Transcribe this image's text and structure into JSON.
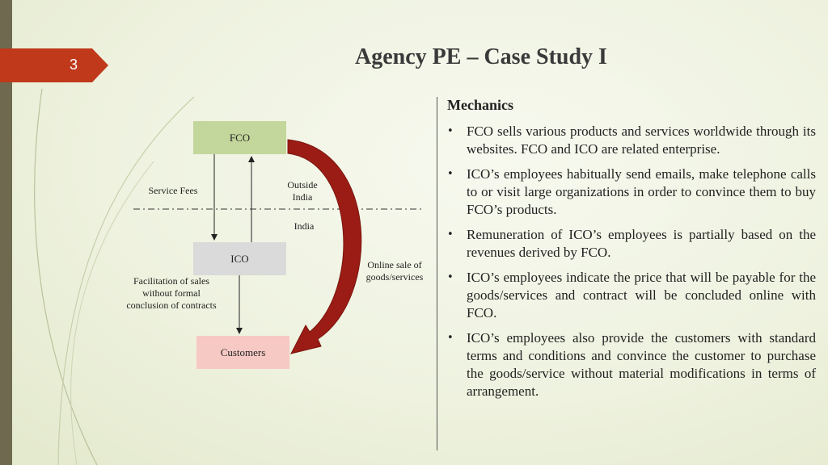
{
  "slide": {
    "number": "3",
    "title": "Agency PE – Case Study I"
  },
  "diagram": {
    "fco_label": "FCO",
    "ico_label": "ICO",
    "customers_label": "Customers",
    "service_fees": "Service Fees",
    "outside_india": "Outside India",
    "india": "India",
    "online_sale": "Online sale of goods/services",
    "facilitation": "Facilitation of sales without formal conclusion of contracts"
  },
  "mechanics": {
    "heading": "Mechanics",
    "bullets": [
      "FCO sells various products and services worldwide through its websites. FCO and ICO are related enterprise.",
      "ICO’s employees habitually send emails, make telephone calls to or visit large organizations in order to convince them to buy FCO’s products.",
      "Remuneration of ICO’s employees is partially based on the revenues derived by FCO.",
      "ICO’s employees indicate the price that will be payable for the goods/services and contract will be concluded online with FCO.",
      "ICO’s employees also provide the customers with standard terms and conditions and convince the customer to purchase the goods/service without material modifications in terms of arrangement."
    ]
  },
  "colors": {
    "accent": "#c0391b",
    "fco_box": "#c3d69b",
    "ico_box": "#dadada",
    "customers_box": "#f7c9c4",
    "curved_arrow": "#9b1c14"
  }
}
